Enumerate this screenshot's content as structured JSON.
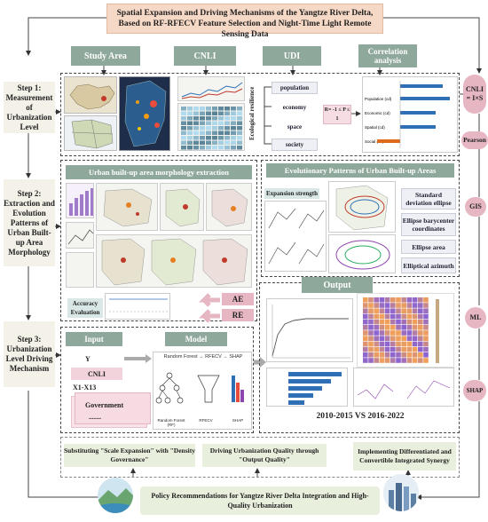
{
  "title": "Spatial Expansion and Driving Mechanisms of the Yangtze River Delta, Based on RF-RFECV Feature Selection and Night-Time Light Remote Sensing Data",
  "top_headers": [
    "Study Area",
    "CNLI",
    "UDI",
    "Correlation analysis"
  ],
  "steps": [
    "Step 1: Measurement of Urbanization Level",
    "Step 2: Extraction and Evolution Patterns of Urban Built-up Area Morphology",
    "Step 3: Urbanization Level Driving Mechanism"
  ],
  "udi": {
    "items": [
      "population",
      "economy",
      "space",
      "society"
    ],
    "formula": "R= -1 ≤ P ≤ 1",
    "side_label": "Ecological resilience"
  },
  "correlation_labels": [
    "Population (cd)",
    "Economic (cd)",
    "Spatial (cd)",
    "Social (cd)"
  ],
  "right_column": {
    "cnli_label": "CNLI = I×S",
    "methods": [
      "Pearson",
      "GIS",
      "ML",
      "SHAP"
    ]
  },
  "step2": {
    "morphology_header": "Urban built-up area morphology extraction",
    "evolution_header": "Evolutionary Patterns of Urban Built-up Areas",
    "expansion_strength": "Expansion strength",
    "sde_items": [
      "Standard deviation ellipse",
      "Ellipse barycenter coordinates",
      "Ellipse area",
      "Elliptical azimuth"
    ],
    "accuracy": "Accuracy Evaluation",
    "ae": "AE",
    "re": "RE"
  },
  "step3": {
    "input_header": "Input",
    "inputs": [
      "Y",
      "CNLI",
      "X1-X13",
      "Government",
      "........"
    ],
    "model_header": "Model",
    "model_line": "Random Forest → RFECV → SHAP",
    "model_parts": [
      "Random Forest (RF)",
      "RFECV",
      "SHAP"
    ],
    "output_header": "Output",
    "comparison": "2010-2015 VS 2016-2022"
  },
  "policy": {
    "items": [
      "Substituting \"Scale Expansion\" with \"Density Governance\"",
      "Driving Urbanization Quality through \"Output Quality\"",
      "Implementing Differentiated and Convertible Integrated Synergy"
    ],
    "final": "Policy Recommendations for Yangtze River Delta Integration and High-Quality Urbanization"
  },
  "colors": {
    "title_bg": "#f6d8c6",
    "header_teal": "#8fa89c",
    "pink": "#e6b6c3",
    "step_bg": "#f3f1e8",
    "bar_blue": "#2e6fb6",
    "bar_orange": "#e06a1b"
  }
}
